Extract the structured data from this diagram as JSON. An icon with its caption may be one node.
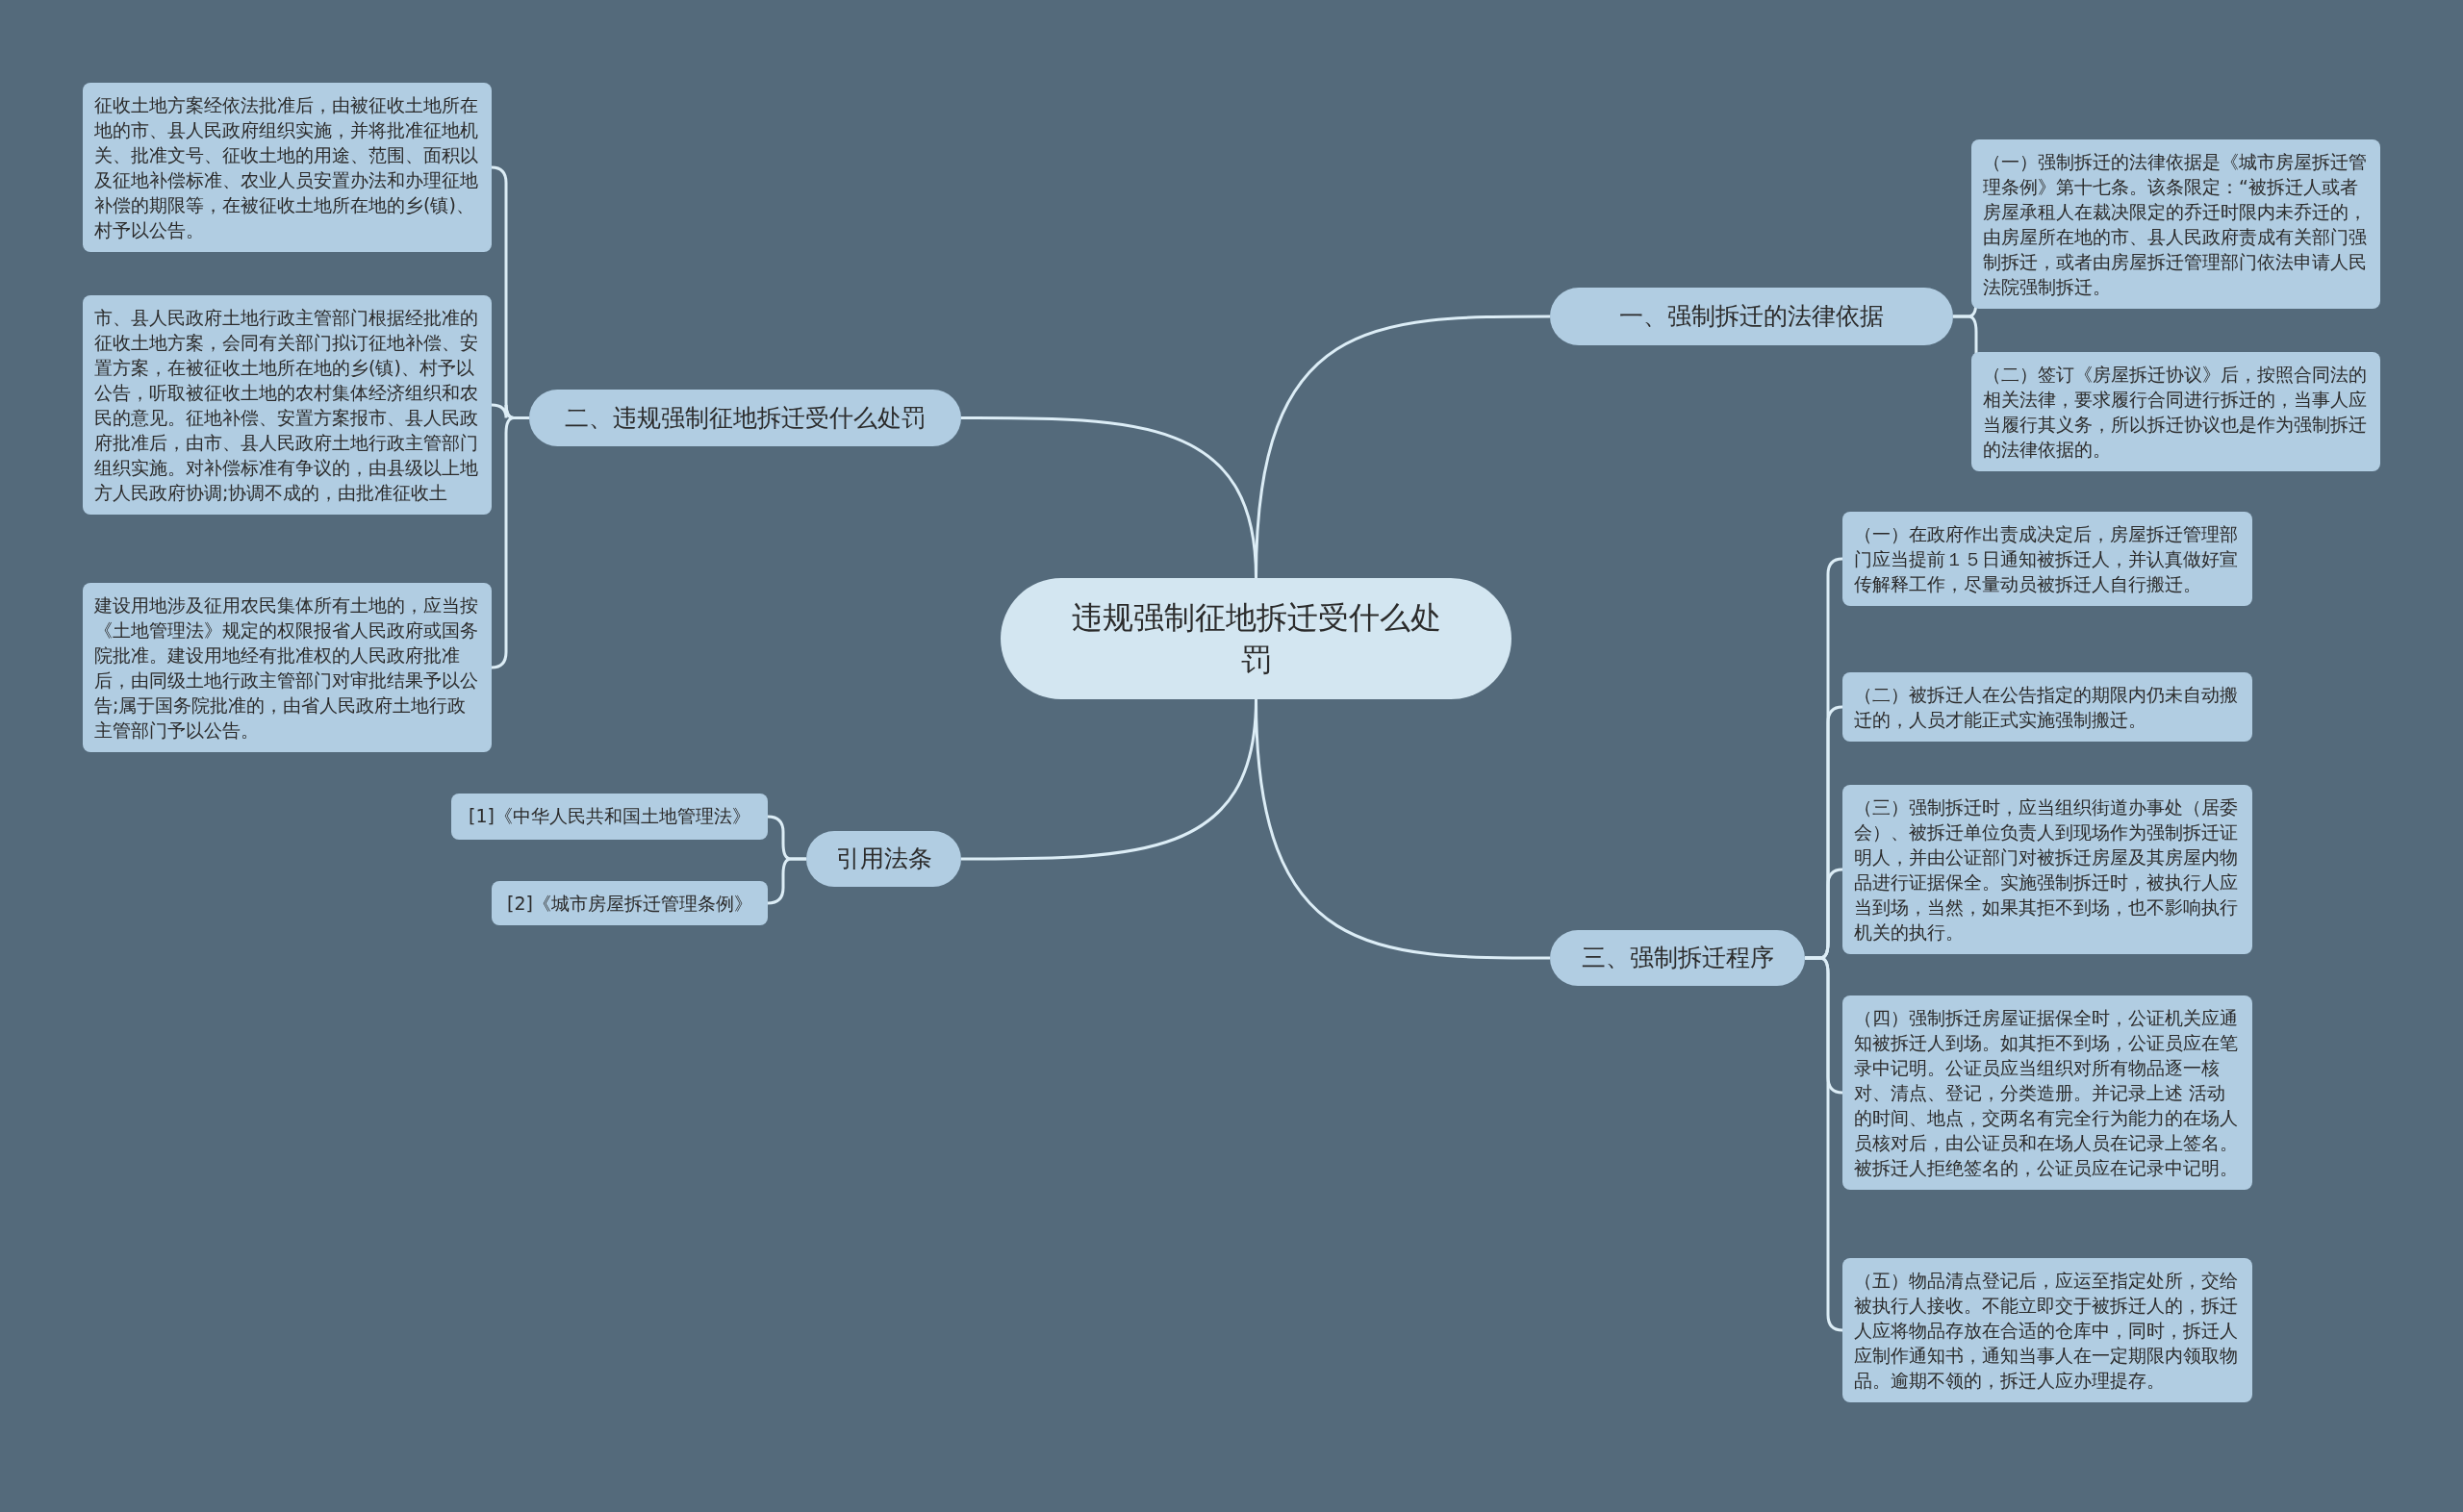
{
  "diagram": {
    "nodes": [
      {
        "text": [
          "违规强制征地拆迁受什么处罚"
        ]
      },
      {
        "text": [
          "一、强制拆迁的法律依据"
        ]
      },
      {
        "text": [
          "（一）强制拆迁的法律依据是《城市房屋拆迁管理条例》第十七条。该条限定：“被拆迁人或者房屋承租人在裁决限定的乔迁时限内未乔迁的，由房屋所在地的市、县人民政府责成有关部门强制拆迁，或者由房屋拆迁管理部门依法申请人民法院强制拆迁。"
        ]
      },
      {
        "text": [
          "（二）签订《房屋拆迁协议》后，按照合同法的相关法律，要求履行合同进行拆迁的，当事人应当履行其义务，所以拆迁协议也是作为强制拆迁的法律依据的。"
        ]
      },
      {
        "text": [
          "二、违规强制征地拆迁受什么处罚"
        ]
      },
      {
        "text": [
          "征收土地方案经依法批准后，由被征收土地所在地的市、县人民政府组织实施，并将批准征地机关、批准文号、征收土地的用途、范围、面积以及征地补偿标准、农业人员安置办法和办理征地补偿的期限等，在被征收土地所在地的乡(镇)、村予以公告。"
        ]
      },
      {
        "text": [
          "市、县人民政府土地行政主管部门根据经批准的征收土地方案，会同有关部门拟订征地补偿、安置方案，在被征收土地所在地的乡(镇)、村予以公告，听取被征收土地的农村集体经济组织和农民的意见。征地补偿、安置方案报市、县人民政府批准后，由市、县人民政府土地行政主管部门组织实施。对补偿标准有争议的，由县级以上地方人民政府协调;协调不成的，由批准征收土"
        ]
      },
      {
        "text": [
          "建设用地涉及征用农民集体所有土地的，应当按《土地管理法》规定的权限报省人民政府或国务院批准。建设用地经有批准权的人民政府批准后，由同级土地行政主管部门对审批结果予以公告;属于国务院批准的，由省人民政府土地行政主管部门予以公告。"
        ]
      },
      {
        "text": [
          "三、强制拆迁程序"
        ]
      },
      {
        "text": [
          "（一）在政府作出责成决定后，房屋拆迁管理部门应当提前１５日通知被拆迁人，并认真做好宣传解释工作，尽量动员被拆迁人自行搬迁。"
        ]
      },
      {
        "text": [
          "（二）被拆迁人在公告指定的期限内仍未自动搬迁的，人员才能正式实施强制搬迁。"
        ]
      },
      {
        "text": [
          "（三）强制拆迁时，应当组织街道办事处（居委会）、被拆迁单位负责人到现场作为强制拆迁证明人，并由公证部门对被拆迁房屋及其房屋内物品进行证据保全。实施强制拆迁时，被执行人应当到场，当然，如果其拒不到场，也不影响执行机关的执行。"
        ]
      },
      {
        "text": [
          "（四）强制拆迁房屋证据保全时，公证机关应通知被拆迁人到场。如其拒不到场，公证员应在笔录中记明。公证员应当组织对所有物品逐一核对、清点、登记，分类造册。并记录上述 活动的时间、地点，交两名有完全行为能力的在场人员核对后，由公证员和在场人员在记录上签名。被拆迁人拒绝签名的，公证员应在记录中记明。"
        ]
      },
      {
        "text": [
          "（五）物品清点登记后，应运至指定处所，交给被执行人接收。不能立即交于被拆迁人的，拆迁人应将物品存放在合适的仓库中，同时，拆迁人应制作通知书，通知当事人在一定期限内领取物品。逾期不领的，拆迁人应办理提存。"
        ]
      },
      {
        "text": [
          "引用法条"
        ]
      },
      {
        "text": [
          "[1]《中华人民共和国土地管理法》"
        ]
      },
      {
        "text": [
          "[2]《城市房屋拆迁管理条例》"
        ]
      }
    ],
    "edges": [
      {
        "from": 0,
        "to": 1,
        "arrow": "none"
      },
      {
        "from": 1,
        "to": 2,
        "arrow": "none"
      },
      {
        "from": 1,
        "to": 3,
        "arrow": "none"
      },
      {
        "from": 0,
        "to": 4,
        "arrow": "none"
      },
      {
        "from": 4,
        "to": 5,
        "arrow": "none"
      },
      {
        "from": 4,
        "to": 6,
        "arrow": "none"
      },
      {
        "from": 4,
        "to": 7,
        "arrow": "none"
      },
      {
        "from": 0,
        "to": 8,
        "arrow": "none"
      },
      {
        "from": 8,
        "to": 9,
        "arrow": "none"
      },
      {
        "from": 8,
        "to": 10,
        "arrow": "none"
      },
      {
        "from": 8,
        "to": 11,
        "arrow": "none"
      },
      {
        "from": 8,
        "to": 12,
        "arrow": "none"
      },
      {
        "from": 8,
        "to": 13,
        "arrow": "none"
      },
      {
        "from": 0,
        "to": 14,
        "arrow": "none"
      },
      {
        "from": 14,
        "to": 15,
        "arrow": "none"
      },
      {
        "from": 14,
        "to": 16,
        "arrow": "none"
      }
    ]
  }
}
